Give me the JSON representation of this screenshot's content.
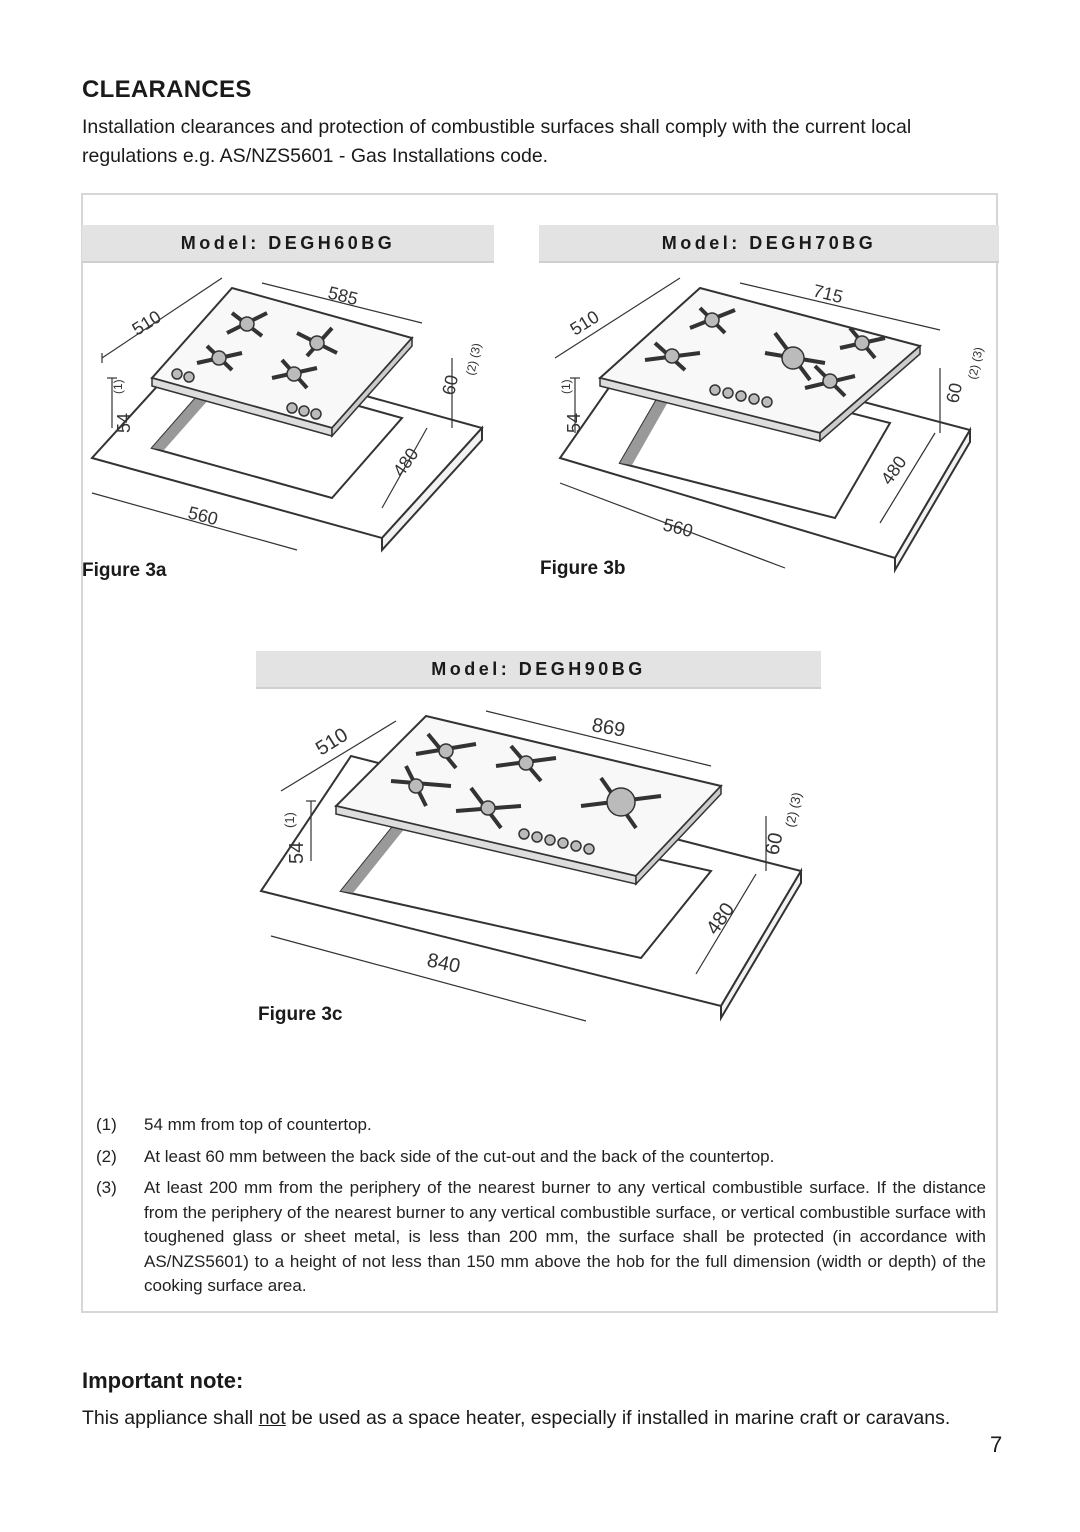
{
  "title": "CLEARANCES",
  "intro": "Installation clearances and protection of combustible surfaces shall comply with the current local regulations e.g. AS/NZS5601 - Gas Installations code.",
  "figures": [
    {
      "model": "Model: DEGH60BG",
      "caption": "Figure 3a",
      "dims": {
        "depth": "510",
        "width": "585",
        "gap": "60",
        "gap_notes": "(2) (3)",
        "height": "54",
        "height_note": "(1)",
        "cutout_depth": "480",
        "cutout_width": "560"
      }
    },
    {
      "model": "Model: DEGH70BG",
      "caption": "Figure 3b",
      "dims": {
        "depth": "510",
        "width": "715",
        "gap": "60",
        "gap_notes": "(2) (3)",
        "height": "54",
        "height_note": "(1)",
        "cutout_depth": "480",
        "cutout_width": "560"
      }
    },
    {
      "model": "Model: DEGH90BG",
      "caption": "Figure 3c",
      "dims": {
        "depth": "510",
        "width": "869",
        "gap": "60",
        "gap_notes": "(2) (3)",
        "height": "54",
        "height_note": "(1)",
        "cutout_depth": "480",
        "cutout_width": "840"
      }
    }
  ],
  "notes": [
    {
      "num": "(1)",
      "text": "54 mm from top of countertop."
    },
    {
      "num": "(2)",
      "text": "At least 60 mm between the back side of the cut-out and the back of the countertop."
    },
    {
      "num": "(3)",
      "text": "At least 200 mm from the periphery of the nearest burner to any vertical combustible surface. If the distance from the periphery of the nearest burner to any vertical combustible surface, or vertical combustible surface with toughened glass or sheet metal, is less than 200 mm, the surface shall be protected (in accordance with AS/NZS5601) to a height of not less than 150 mm above the hob for the full dimension (width or depth) of the cooking surface area."
    }
  ],
  "important": {
    "heading": "Important note:",
    "text_before": "This appliance shall ",
    "text_underlined": "not",
    "text_after": " be used as a space heater, especially if installed in marine craft or caravans."
  },
  "page_number": "7"
}
